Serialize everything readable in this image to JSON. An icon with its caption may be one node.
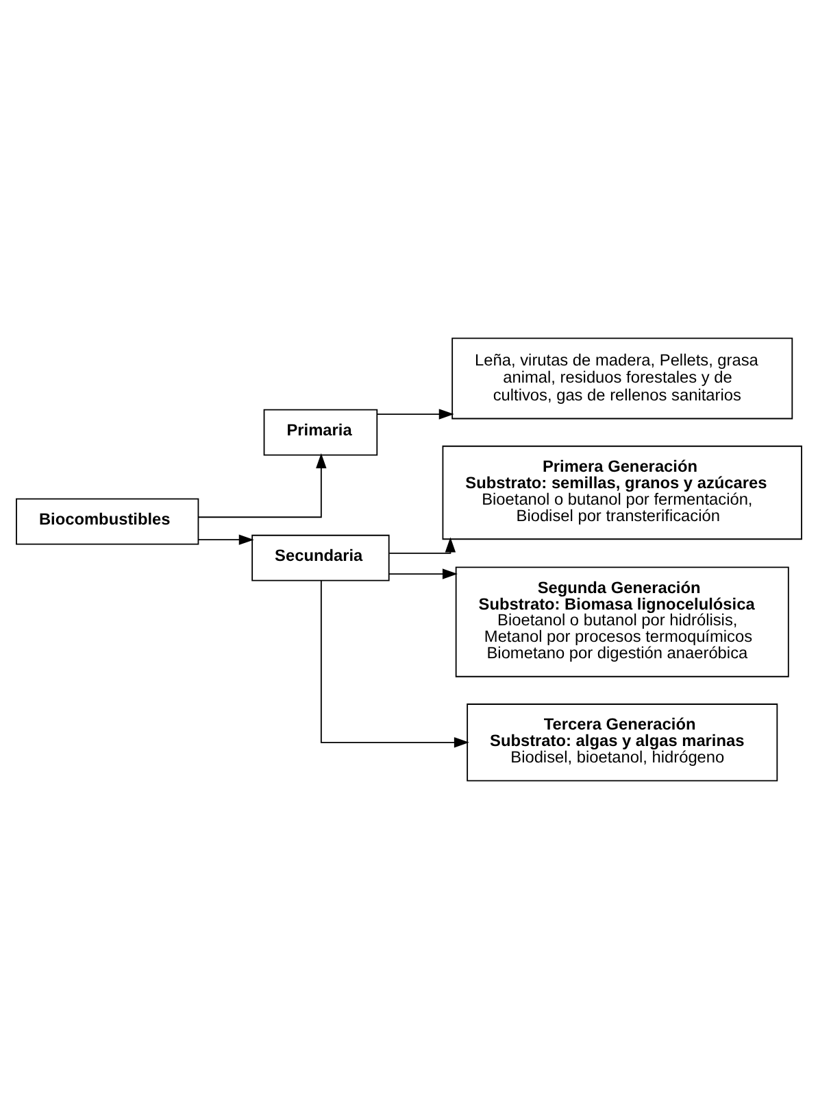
{
  "diagram": {
    "nodes": [
      {
        "text": [
          "Biocombustibles"
        ]
      },
      {
        "text": [
          "Primaria"
        ]
      },
      {
        "text": [
          "Leña, virutas de madera, Pellets, grasa animal, residuos forestales y de cultivos, gas de rellenos sanitarios"
        ]
      },
      {
        "text": [
          "Secundaria"
        ]
      },
      {
        "text": [
          "Primera Generación",
          "Substrato: semillas, granos y azúcares",
          "Bioetanol o butanol por fermentación, Biodisel por transterificación"
        ]
      },
      {
        "text": [
          "Segunda Generación",
          "Substrato: Biomasa lignocelulósica",
          "Bioetanol o butanol por hidrólisis, Metanol por procesos termoquímicos Biometano por digestión anaeróbica"
        ]
      },
      {
        "text": [
          "Tercera Generación",
          "Substrato: algas y algas marinas",
          "Biodisel, bioetanol, hidrógeno"
        ]
      }
    ],
    "edges": [
      {
        "from": 0,
        "to": 1,
        "arrow": "to"
      },
      {
        "from": 0,
        "to": 3,
        "arrow": "to"
      },
      {
        "from": 1,
        "to": 2,
        "arrow": "to"
      },
      {
        "from": 3,
        "to": 4,
        "arrow": "to"
      },
      {
        "from": 3,
        "to": 5,
        "arrow": "to"
      },
      {
        "from": 3,
        "to": 6,
        "arrow": "to"
      }
    ]
  }
}
